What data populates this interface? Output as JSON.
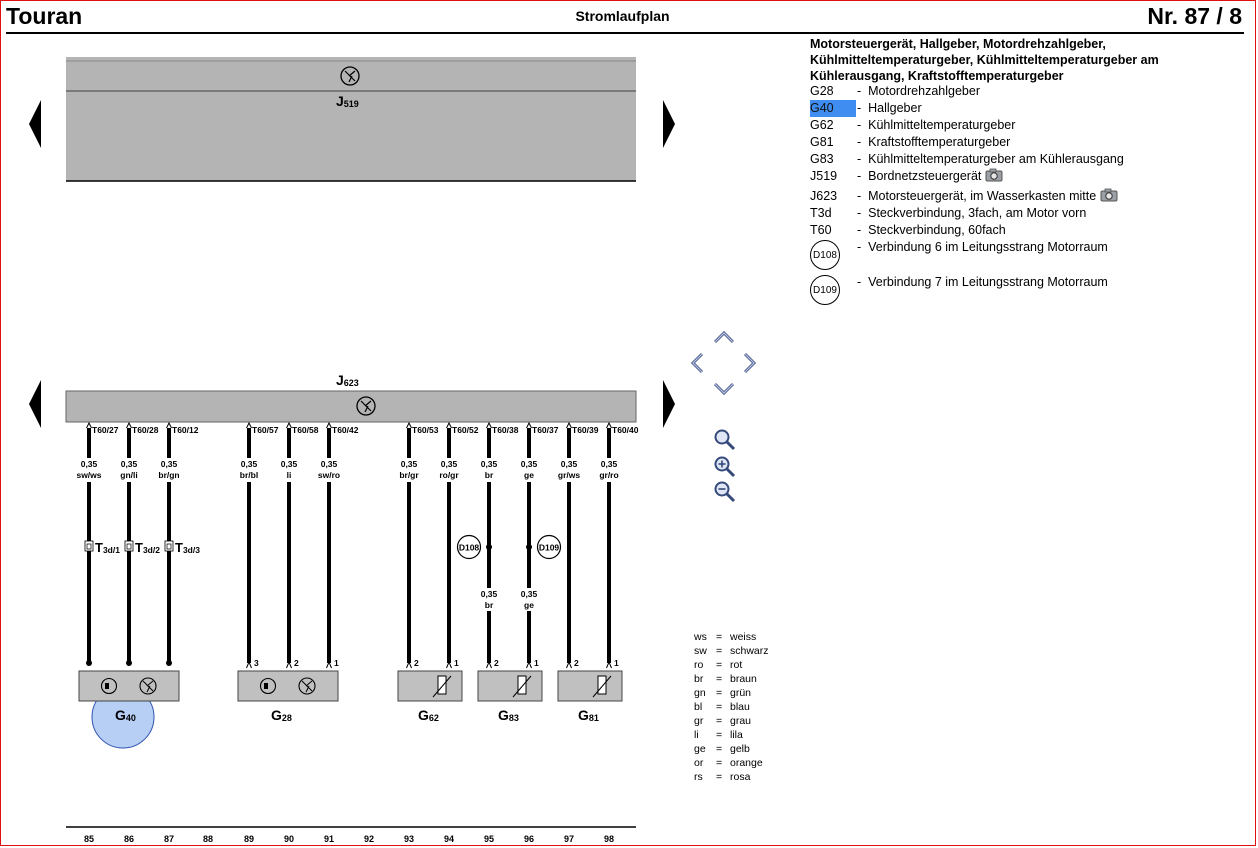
{
  "header": {
    "title": "Touran",
    "center": "Stromlaufplan",
    "page": "Nr.  87 / 8"
  },
  "legend": {
    "title": "Motorsteuergerät, Hallgeber, Motordrehzahlgeber, Kühlmitteltemperaturgeber, Kühlmitteltemperaturgeber am Kühlerausgang, Kraftstofftemperaturgeber",
    "items": [
      {
        "code": "G28",
        "desc": "Motordrehzahlgeber"
      },
      {
        "code": "G40",
        "desc": "Hallgeber",
        "selected": true
      },
      {
        "code": "G62",
        "desc": "Kühlmitteltemperaturgeber"
      },
      {
        "code": "G81",
        "desc": "Kraftstofftemperaturgeber"
      },
      {
        "code": "G83",
        "desc": "Kühlmitteltemperaturgeber am Kühlerausgang"
      },
      {
        "code": "J519",
        "desc": "Bordnetzsteuergerät",
        "camera": true
      },
      {
        "code": "J623",
        "desc": "Motorsteuergerät, im Wasserkasten mitte",
        "camera": true
      },
      {
        "code": "T3d",
        "desc": "Steckverbindung, 3fach, am Motor vorn"
      },
      {
        "code": "T60",
        "desc": "Steckverbindung, 60fach"
      }
    ],
    "connections": [
      {
        "code": "D108",
        "desc": "Verbindung 6 im Leitungsstrang Motorraum"
      },
      {
        "code": "D109",
        "desc": "Verbindung 7 im Leitungsstrang Motorraum"
      }
    ]
  },
  "colors_legend": [
    {
      "abbr": "ws",
      "name": "weiss"
    },
    {
      "abbr": "sw",
      "name": "schwarz"
    },
    {
      "abbr": "ro",
      "name": "rot"
    },
    {
      "abbr": "br",
      "name": "braun"
    },
    {
      "abbr": "gn",
      "name": "grün"
    },
    {
      "abbr": "bl",
      "name": "blau"
    },
    {
      "abbr": "gr",
      "name": "grau"
    },
    {
      "abbr": "li",
      "name": "lila"
    },
    {
      "abbr": "ge",
      "name": "gelb"
    },
    {
      "abbr": "or",
      "name": "orange"
    },
    {
      "abbr": "rs",
      "name": "rosa"
    }
  ],
  "diagram": {
    "upper_unit": {
      "letter": "J",
      "sub": "519"
    },
    "lower_unit": {
      "letter": "J",
      "sub": "623"
    },
    "wires": [
      {
        "pin": "T60/27",
        "size": "0,35",
        "color": "sw/ws",
        "track": "85"
      },
      {
        "pin": "T60/28",
        "size": "0,35",
        "color": "gn/li",
        "track": "86"
      },
      {
        "pin": "T60/12",
        "size": "0,35",
        "color": "br/gn",
        "track": "87"
      },
      {
        "pin": "T60/57",
        "size": "0,35",
        "color": "br/bl",
        "track": "89",
        "end": "3"
      },
      {
        "pin": "T60/58",
        "size": "0,35",
        "color": "li",
        "track": "90",
        "end": "2"
      },
      {
        "pin": "T60/42",
        "size": "0,35",
        "color": "sw/ro",
        "track": "91",
        "end": "1"
      },
      {
        "pin": "T60/53",
        "size": "0,35",
        "color": "br/gr",
        "track": "93",
        "end": "2"
      },
      {
        "pin": "T60/52",
        "size": "0,35",
        "color": "ro/gr",
        "track": "94",
        "end": "1"
      },
      {
        "pin": "T60/38",
        "size": "0,35",
        "color": "br",
        "track": "95",
        "end": "2",
        "node": "D108",
        "size2": "0,35",
        "color2": "br"
      },
      {
        "pin": "T60/37",
        "size": "0,35",
        "color": "ge",
        "track": "96",
        "end": "1",
        "node": "D109",
        "size2": "0,35",
        "color2": "ge"
      },
      {
        "pin": "T60/39",
        "size": "0,35",
        "color": "gr/ws",
        "track": "97",
        "end": "2"
      },
      {
        "pin": "T60/40",
        "size": "0,35",
        "color": "gr/ro",
        "track": "98",
        "end": "1"
      }
    ],
    "t3d": [
      {
        "letter": "T",
        "sub": "3d/1"
      },
      {
        "letter": "T",
        "sub": "3d/2"
      },
      {
        "letter": "T",
        "sub": "3d/3"
      }
    ],
    "components": [
      {
        "letter": "G",
        "sub": "40",
        "highlighted": true
      },
      {
        "letter": "G",
        "sub": "28"
      },
      {
        "letter": "G",
        "sub": "62"
      },
      {
        "letter": "G",
        "sub": "83"
      },
      {
        "letter": "G",
        "sub": "81"
      }
    ],
    "tracks_empty": [
      "88",
      "92"
    ],
    "highlight_color": "#b7cff5"
  }
}
